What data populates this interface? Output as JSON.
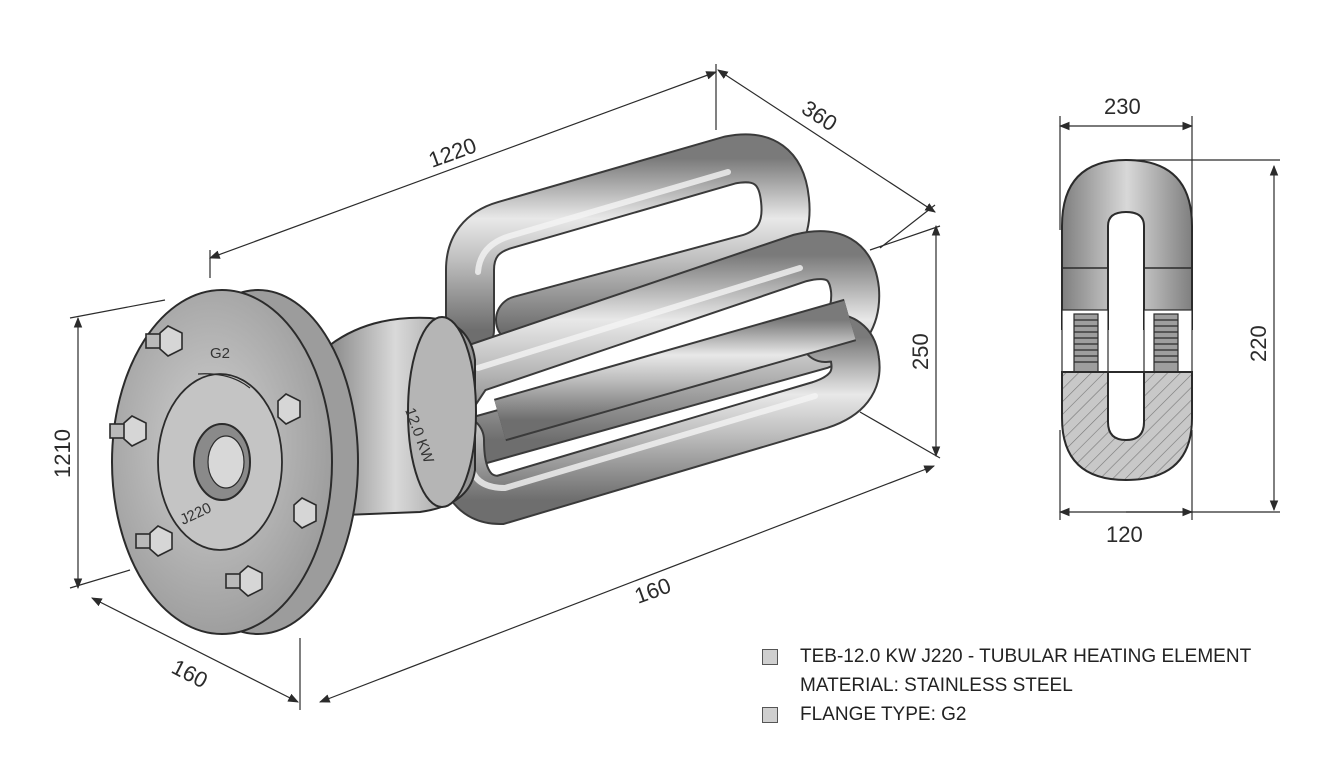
{
  "dimensions": {
    "length_top": "1220",
    "depth_top": "360",
    "height_right": "250",
    "flange_height": "1210",
    "bottom_length": "160",
    "flange_depth": "160",
    "side_width_top": "230",
    "side_height": "220",
    "side_width_bottom": "120"
  },
  "labels": {
    "flange_type_tag": "G2",
    "body_power_tag": "12.0 KW",
    "flange_code_tag": "J220"
  },
  "legend": [
    {
      "swatch": true,
      "text": "TEB-12.0 KW J220 - TUBULAR HEATING ELEMENT"
    },
    {
      "swatch": false,
      "text": "MATERIAL: STAINLESS STEEL"
    },
    {
      "swatch": true,
      "text": "FLANGE TYPE: G2"
    }
  ],
  "colors": {
    "line": "#2b2b2b",
    "metal_light": "#e6e6e6",
    "metal_mid": "#b9b9b9",
    "metal_dark": "#7d7d7d",
    "section_fill": "#c8c8c8"
  }
}
